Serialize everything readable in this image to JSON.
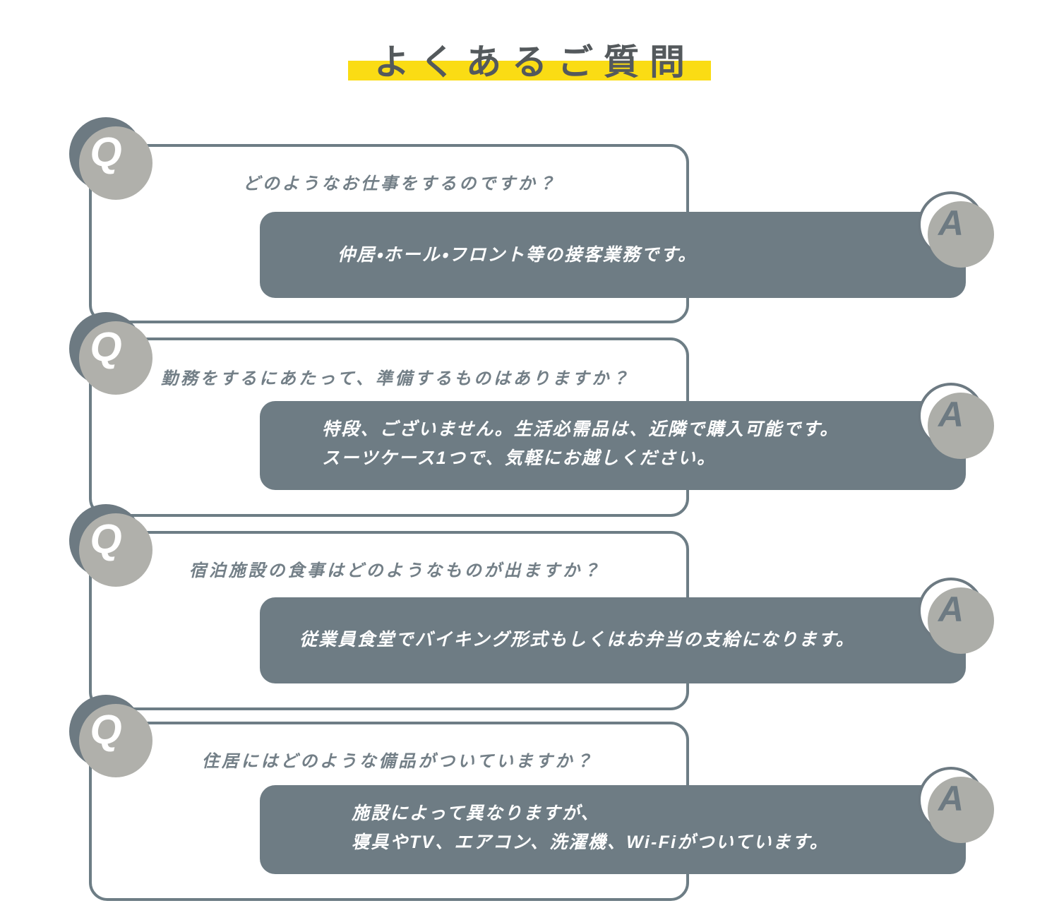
{
  "page": {
    "title": "よくあるご質問",
    "highlight_color": "#FADC14",
    "title_color": "#54595C",
    "accent_color": "#6D7A82",
    "answer_box_color": "#6E7C84",
    "shadow_color": "#B0B0AB",
    "background": "#FFFFFF"
  },
  "badges": {
    "question_letter": "Q",
    "answer_letter": "A"
  },
  "faq": [
    {
      "question": "どのようなお仕事をするのですか？",
      "answer_lines": [
        "仲居・ホール・フロント等の接客業務です。"
      ]
    },
    {
      "question": "勤務をするにあたって、準備するものはありますか？",
      "answer_lines": [
        "特段、ございません。生活必需品は、近隣で購入可能です。",
        "スーツケース1つで、気軽にお越しください。"
      ]
    },
    {
      "question": "宿泊施設の食事はどのようなものが出ますか？",
      "answer_lines": [
        "従業員食堂でバイキング形式もしくはお弁当の支給になります。"
      ]
    },
    {
      "question": "住居にはどのような備品がついていますか？",
      "answer_lines": [
        "施設によって異なりますが、",
        "寝具やTV、エアコン、洗濯機、Wi-Fiがついています。"
      ]
    }
  ]
}
